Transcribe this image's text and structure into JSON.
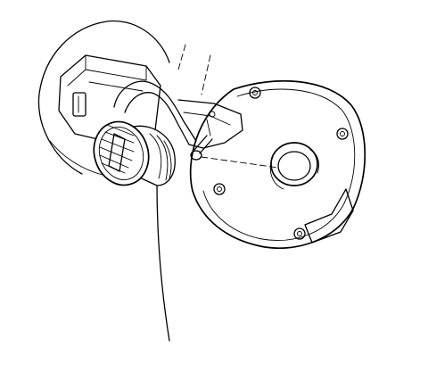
{
  "figure": {
    "background_color": "#ffffff",
    "ink_color": "#000000",
    "parts": [
      "body-panel-contour",
      "fuel-door-housing",
      "housing-seal-ring",
      "fuel-filler-neck",
      "fuel-cap",
      "cap-tether",
      "tether-pin",
      "mounting-screws",
      "alignment-centerline"
    ]
  }
}
